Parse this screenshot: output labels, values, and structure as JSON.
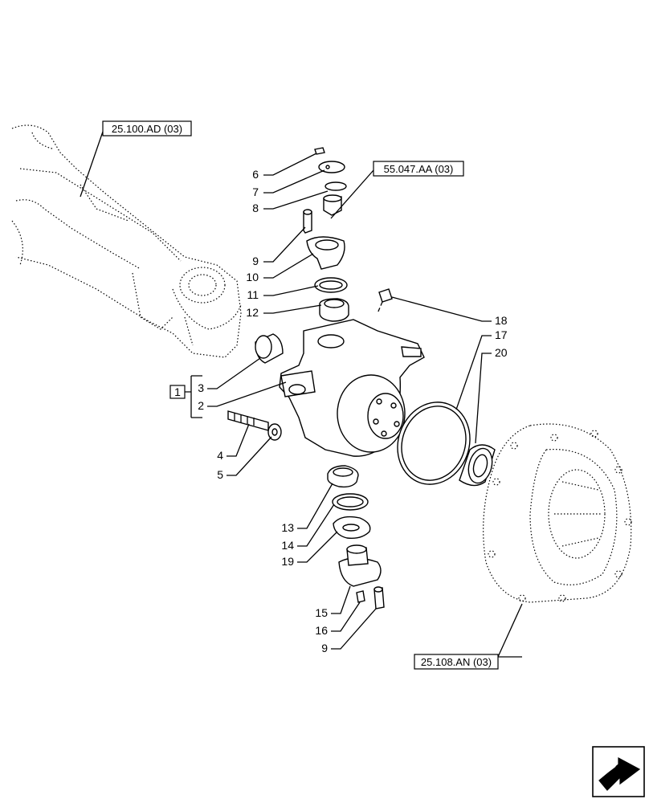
{
  "refs": {
    "axle": "25.100.AD (03)",
    "pin": "55.047.AA (03)",
    "hub": "25.108.AN (03)"
  },
  "group_box": "1",
  "callouts": [
    {
      "id": "6",
      "label": "6"
    },
    {
      "id": "7",
      "label": "7"
    },
    {
      "id": "8",
      "label": "8"
    },
    {
      "id": "9a",
      "label": "9"
    },
    {
      "id": "10",
      "label": "10"
    },
    {
      "id": "11",
      "label": "11"
    },
    {
      "id": "12",
      "label": "12"
    },
    {
      "id": "3",
      "label": "3"
    },
    {
      "id": "2",
      "label": "2"
    },
    {
      "id": "4",
      "label": "4"
    },
    {
      "id": "5",
      "label": "5"
    },
    {
      "id": "18",
      "label": "18"
    },
    {
      "id": "17",
      "label": "17"
    },
    {
      "id": "20",
      "label": "20"
    },
    {
      "id": "13",
      "label": "13"
    },
    {
      "id": "14",
      "label": "14"
    },
    {
      "id": "19",
      "label": "19"
    },
    {
      "id": "15",
      "label": "15"
    },
    {
      "id": "16",
      "label": "16"
    },
    {
      "id": "9b",
      "label": "9"
    }
  ],
  "nav_icon": "next-page-arrow-icon"
}
